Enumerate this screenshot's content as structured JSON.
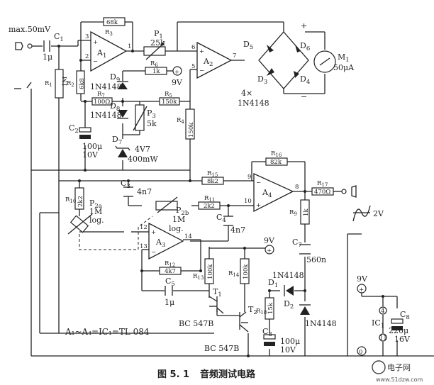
{
  "figure": {
    "caption_number": "图 5. 1",
    "caption_title": "音频测试电路"
  },
  "watermark": {
    "brand": "电子网",
    "url": "www.51dzw.com"
  },
  "input": {
    "level": "max.50mV"
  },
  "note": "A₁~A₄=IC₁=TL 084",
  "opamps": [
    {
      "id": "A1",
      "label": "A",
      "sub": "1"
    },
    {
      "id": "A2",
      "label": "A",
      "sub": "2"
    },
    {
      "id": "A3",
      "label": "A",
      "sub": "3"
    },
    {
      "id": "A4",
      "label": "A",
      "sub": "4"
    }
  ],
  "pins": {
    "a1_plus": "3",
    "a1_minus": "2",
    "a1_out": "1",
    "a2_plus": "5",
    "a2_minus": "6",
    "a2_out": "7",
    "a3_plus": "12",
    "a3_minus": "13",
    "a3_out": "14",
    "a4_minus": "9",
    "a4_plus": "10",
    "a4_out": "8",
    "ic_p4": "4",
    "ic_p11": "11"
  },
  "resistors": {
    "r1": {
      "name": "R",
      "sub": "1",
      "value": "1M"
    },
    "r2": {
      "name": "R",
      "sub": "2",
      "value": "6k8"
    },
    "r3": {
      "name": "R",
      "sub": "3",
      "value": "68k"
    },
    "r4": {
      "name": "R",
      "sub": "4",
      "value": "150k"
    },
    "r5": {
      "name": "R",
      "sub": "5",
      "value": "150k"
    },
    "r6": {
      "name": "R",
      "sub": "6",
      "value": "1k"
    },
    "r7": {
      "name": "R",
      "sub": "7",
      "value": "100Ω"
    },
    "r9": {
      "name": "R",
      "sub": "9",
      "value": "1k"
    },
    "r10": {
      "name": "R",
      "sub": "10",
      "value": "2k2"
    },
    "r11": {
      "name": "R",
      "sub": "11",
      "value": "2k2"
    },
    "r12": {
      "name": "R",
      "sub": "12",
      "value": "4k7"
    },
    "r13": {
      "name": "R",
      "sub": "13",
      "value": "100k"
    },
    "r14": {
      "name": "R",
      "sub": "14",
      "value": "100k"
    },
    "r15": {
      "name": "R",
      "sub": "15",
      "value": "8k2"
    },
    "r16": {
      "name": "R",
      "sub": "16",
      "value": "82k"
    },
    "r17": {
      "name": "R",
      "sub": "17",
      "value": "470Ω"
    },
    "r18": {
      "name": "R",
      "sub": "18",
      "value": "15k"
    }
  },
  "pots": {
    "p1": {
      "name": "P",
      "sub": "1",
      "value": "25k"
    },
    "p3": {
      "name": "P",
      "sub": "3",
      "value": "5k"
    },
    "p2a": {
      "name": "P",
      "sub": "2a",
      "value": "1M",
      "taper": "log."
    },
    "p2b": {
      "name": "P",
      "sub": "2b",
      "value": "1M",
      "taper": "log."
    }
  },
  "capacitors": {
    "c1": {
      "name": "C",
      "sub": "1",
      "value": "1μ"
    },
    "c2": {
      "name": "C",
      "sub": "2",
      "value": "100μ",
      "voltage": "10V"
    },
    "c3": {
      "name": "C",
      "sub": "3",
      "value": "4n7"
    },
    "c4": {
      "name": "C",
      "sub": "4",
      "value": "4n7"
    },
    "c5": {
      "name": "C",
      "sub": "5",
      "value": "1μ"
    },
    "c7": {
      "name": "C",
      "sub": "7",
      "value": "560n"
    },
    "c8a": {
      "name": "C",
      "sub": "8",
      "value": "100μ",
      "voltage": "10V"
    },
    "c8b": {
      "name": "C",
      "sub": "8",
      "value": "220μ",
      "voltage": "16V"
    }
  },
  "diodes": {
    "d1": {
      "name": "D",
      "sub": "1",
      "type": "1N4148"
    },
    "d2": {
      "name": "D",
      "sub": "2",
      "type": "1N4148"
    },
    "d3": {
      "name": "D",
      "sub": "3"
    },
    "d4": {
      "name": "D",
      "sub": "4"
    },
    "d5": {
      "name": "D",
      "sub": "5"
    },
    "d6": {
      "name": "D",
      "sub": "6"
    },
    "d7": {
      "name": "D",
      "sub": "7",
      "value": "4V7",
      "power": "400mW"
    },
    "d8": {
      "name": "D",
      "sub": "8",
      "type": "1N4148"
    },
    "d9": {
      "name": "D",
      "sub": "9",
      "type": "1N4148"
    },
    "bridge": {
      "count": "4×",
      "type": "1N4148"
    }
  },
  "transistors": {
    "t1": {
      "name": "T",
      "sub": "1",
      "type": "BC 547B"
    },
    "t2": {
      "name": "T",
      "sub": "2",
      "type": "BC 547B"
    }
  },
  "meter": {
    "name": "M",
    "sub": "1",
    "range": "50μA"
  },
  "ic": {
    "name": "IC",
    "sub": "1"
  },
  "supply": {
    "v": "9V",
    "v2": "9V",
    "v3": "9V"
  },
  "output": {
    "amplitude": "2V"
  },
  "signs": {
    "plus": "+",
    "minus": "−"
  }
}
